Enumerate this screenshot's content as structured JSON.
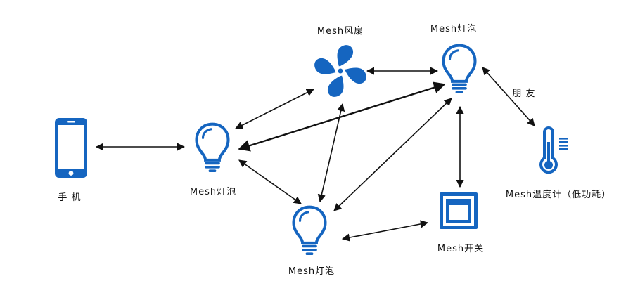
{
  "colors": {
    "icon_blue": "#1565c0",
    "icon_bg": "#ffffff",
    "edge": "#111111"
  },
  "nodes": {
    "phone": {
      "label": "手 机",
      "icon": "smartphone-icon"
    },
    "bulb_left": {
      "label": "Mesh灯泡",
      "icon": "lightbulb-icon"
    },
    "fan": {
      "label": "Mesh风扇",
      "icon": "fan-icon"
    },
    "bulb_top": {
      "label": "Mesh灯泡",
      "icon": "lightbulb-icon"
    },
    "bulb_bottom": {
      "label": "Mesh灯泡",
      "icon": "lightbulb-icon"
    },
    "switch": {
      "label": "Mesh开关",
      "icon": "wall-switch-icon"
    },
    "thermo": {
      "label": "Mesh温度计（低功耗）",
      "icon": "thermometer-icon"
    }
  },
  "edge_labels": {
    "friend": "朋 友"
  },
  "edges": [
    [
      "phone",
      "bulb_left"
    ],
    [
      "bulb_left",
      "fan"
    ],
    [
      "bulb_left",
      "bulb_top"
    ],
    [
      "bulb_left",
      "bulb_bottom"
    ],
    [
      "fan",
      "bulb_top"
    ],
    [
      "fan",
      "bulb_bottom"
    ],
    [
      "bulb_top",
      "bulb_bottom"
    ],
    [
      "bulb_top",
      "switch"
    ],
    [
      "bulb_top",
      "thermo"
    ],
    [
      "bulb_bottom",
      "switch"
    ]
  ]
}
